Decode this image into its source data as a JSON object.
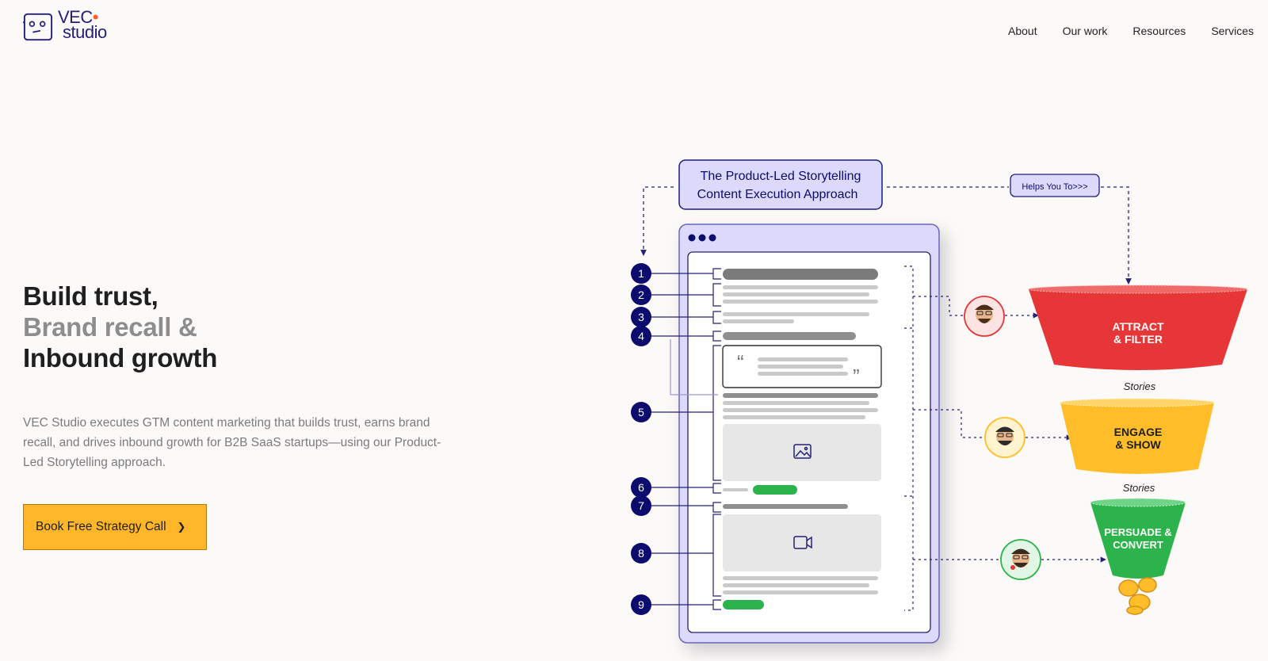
{
  "brand": {
    "line1": "VEC",
    "line2": "studio"
  },
  "nav": [
    {
      "label": "About"
    },
    {
      "label": "Our work"
    },
    {
      "label": "Resources"
    },
    {
      "label": "Services"
    }
  ],
  "hero": {
    "title_line1": "Build trust,",
    "title_line2": "Brand recall &",
    "title_line3": "Inbound growth",
    "description": "VEC Studio executes GTM content marketing that builds trust, earns brand recall, and drives inbound growth for B2B SaaS startups—using our Product-Led Storytelling approach.",
    "cta_label": "Book Free Strategy Call"
  },
  "diagram": {
    "header_line1": "The Product-Led Storytelling",
    "header_line2": "Content Execution Approach",
    "helps_label": "Helps You To>>>",
    "steps": [
      "1",
      "2",
      "3",
      "4",
      "5",
      "6",
      "7",
      "8",
      "9"
    ],
    "funnel": {
      "stage1_line1": "ATTRACT",
      "stage1_line2": "& FILTER",
      "stage2_line1": "ENGAGE",
      "stage2_line2": "& SHOW",
      "stage3_line1": "PERSUADE &",
      "stage3_line2": "CONVERT",
      "stories_label_1": "Stories",
      "stories_label_2": "Stories"
    },
    "colors": {
      "navy": "#0c0b6e",
      "lavender": "#ddd9fb",
      "red": "#e63638",
      "yellow": "#ffbd29",
      "green": "#2cb34b"
    }
  }
}
